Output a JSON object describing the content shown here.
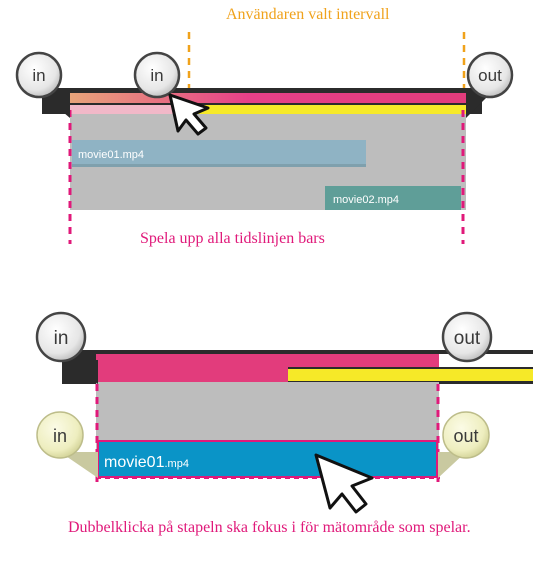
{
  "colors": {
    "orange": "#f0a21b",
    "magenta": "#e0197a",
    "yellow": "#f6e928",
    "gray": "#bdbdbd",
    "blue_clip": "#8fb3c4",
    "teal_clip": "#5f9e98",
    "active_clip": "#0a94c7"
  },
  "top": {
    "caption_range": "Användaren valt intervall",
    "caption_play": "Spela upp alla tidslinjen bars",
    "marker_in_left": "in",
    "marker_in_drag": "in",
    "marker_out": "out",
    "clip1": "movie01.mp4",
    "clip2": "movie02.mp4"
  },
  "bottom": {
    "marker_in": "in",
    "marker_out": "out",
    "marker_in_local": "in",
    "marker_out_local": "out",
    "clip_name": "movie01",
    "clip_ext": ".mp4",
    "caption": "Dubbelklicka på stapeln ska fokus i för mätområde som spelar."
  }
}
